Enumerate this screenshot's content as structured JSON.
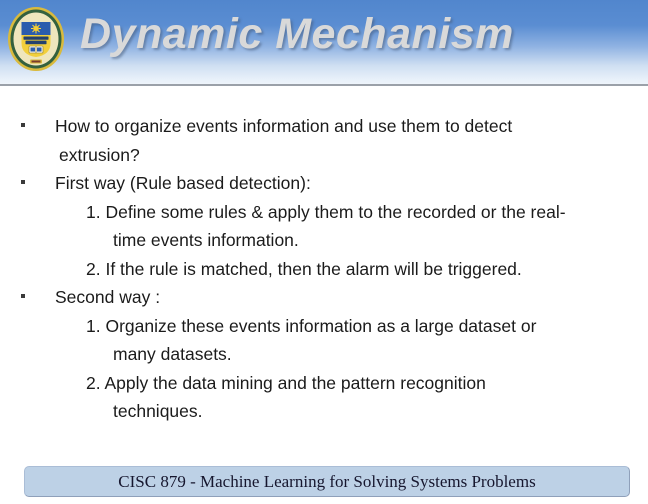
{
  "header": {
    "title": "Dynamic Mechanism",
    "logo": "university-of-delaware-seal",
    "colors": {
      "gradient_top": "#5186cd",
      "gradient_bottom": "#eef4fb",
      "title_text": "#d9d9d9",
      "divider_line": "#9ba1a9"
    }
  },
  "content": {
    "text_color": "#1b1b1b",
    "lines": [
      {
        "bullet": true,
        "indent": "l0",
        "text": "How to organize events information and use them to detect"
      },
      {
        "bullet": false,
        "indent": "l0c",
        "text": "extrusion?"
      },
      {
        "bullet": true,
        "indent": "l0",
        "text": "First way (Rule based detection):"
      },
      {
        "bullet": false,
        "indent": "l1",
        "text": "1. Define some rules & apply them to the recorded or the real-"
      },
      {
        "bullet": false,
        "indent": "l2",
        "text": "time events information."
      },
      {
        "bullet": false,
        "indent": "l1",
        "text": "2. If the rule is matched, then the alarm will be triggered."
      },
      {
        "bullet": true,
        "indent": "l0",
        "text": "Second way :"
      },
      {
        "bullet": false,
        "indent": "l1",
        "text": "1. Organize these events information as a large dataset or"
      },
      {
        "bullet": false,
        "indent": "l2",
        "text": "many datasets."
      },
      {
        "bullet": false,
        "indent": "l1",
        "text": "2. Apply the data mining and the pattern recognition"
      },
      {
        "bullet": false,
        "indent": "l2",
        "text": "techniques."
      }
    ]
  },
  "footer": {
    "text": "CISC 879 - Machine Learning for Solving Systems Problems",
    "colors": {
      "background": "#bdd1e6",
      "text": "#16162e"
    }
  }
}
